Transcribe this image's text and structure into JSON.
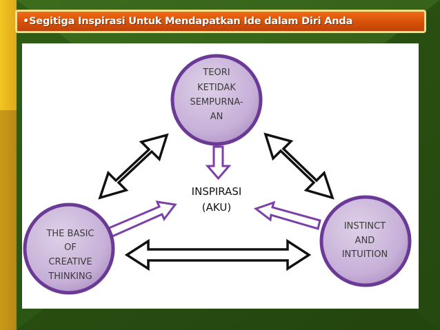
{
  "slide": {
    "title": "•Segitiga Inspirasi Untuk Mendapatkan Ide dalam Diri Anda"
  },
  "diagram": {
    "top_node": [
      "TEORI",
      "KETIDAK",
      "SEMPURNA-",
      "AN"
    ],
    "left_node": [
      "THE BASIC",
      "OF",
      "CREATIVE",
      "THINKING"
    ],
    "right_node": [
      "INSTINCT",
      "AND",
      "INTUITION"
    ],
    "center": [
      "INSPIRASI",
      "(AKU)"
    ]
  },
  "colors": {
    "circle_fill": "#c9b3da",
    "circle_border": "#6a3a96",
    "arrow_purple": "#7b3fa8",
    "title_bg": "#e15a0e",
    "background_green": "#2f5a16",
    "accent_yellow": "#f2c623"
  }
}
